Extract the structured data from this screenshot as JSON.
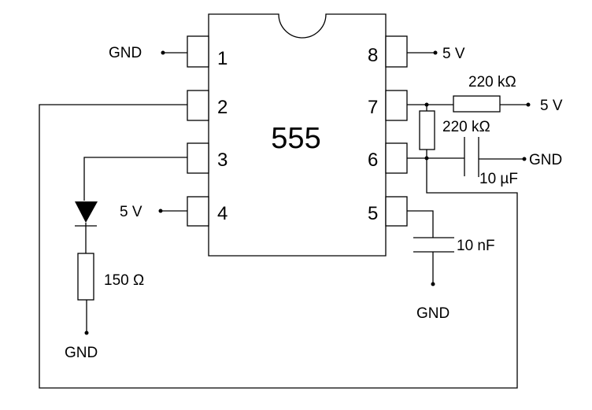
{
  "chip": {
    "label": "555"
  },
  "pins": {
    "p1": "1",
    "p2": "2",
    "p3": "3",
    "p4": "4",
    "p5": "5",
    "p6": "6",
    "p7": "7",
    "p8": "8"
  },
  "labels": {
    "gnd_pin1": "GND",
    "vcc_pin4": "5 V",
    "vcc_pin8": "5 V",
    "vcc_r1": "5 V",
    "gnd_c1": "GND",
    "gnd_c2": "GND",
    "gnd_led": "GND",
    "r1": "220 kΩ",
    "r2": "220 kΩ",
    "c1": "10 µF",
    "c2": "10 nF",
    "r3": "150 Ω"
  }
}
